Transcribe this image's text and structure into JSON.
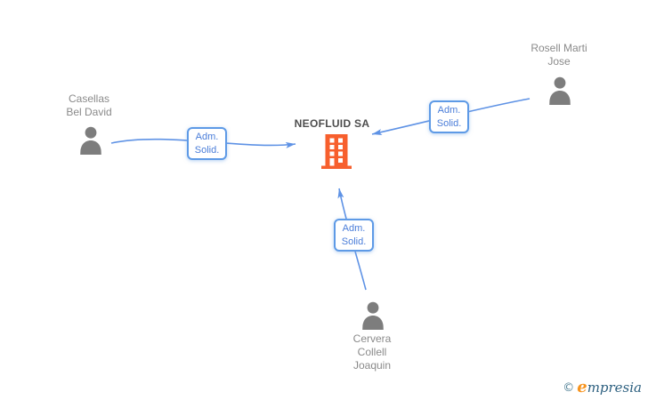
{
  "company": {
    "name": "NEOFLUID SA"
  },
  "people": [
    {
      "name_lines": [
        "Casellas",
        "Bel David"
      ]
    },
    {
      "name_lines": [
        "Rosell Marti",
        "Jose"
      ]
    },
    {
      "name_lines": [
        "Cervera",
        "Collell",
        "Joaquin"
      ]
    }
  ],
  "relationships": [
    {
      "from": "Casellas Bel David",
      "to": "NEOFLUID SA",
      "label_lines": [
        "Adm.",
        "Solid."
      ]
    },
    {
      "from": "Rosell Marti Jose",
      "to": "NEOFLUID SA",
      "label_lines": [
        "Adm.",
        "Solid."
      ]
    },
    {
      "from": "Cervera Collell Joaquin",
      "to": "NEOFLUID SA",
      "label_lines": [
        "Adm.",
        "Solid."
      ]
    }
  ],
  "watermark": {
    "copyright": "©",
    "brand_first_letter": "e",
    "brand_rest": "mpresia"
  },
  "colors": {
    "edge_blue": "#5E92E5",
    "box_border_blue": "#5E9AE6",
    "box_text_blue": "#4A7DD9",
    "building_orange": "#F75F2D",
    "person_gray": "#7D7D7D",
    "label_gray": "#8A8A8A",
    "company_title_gray": "#4D4D4D",
    "brand_orange": "#F7941E",
    "brand_teal": "#2C5F7F",
    "copyright_gray_blue": "#4E7F95"
  }
}
